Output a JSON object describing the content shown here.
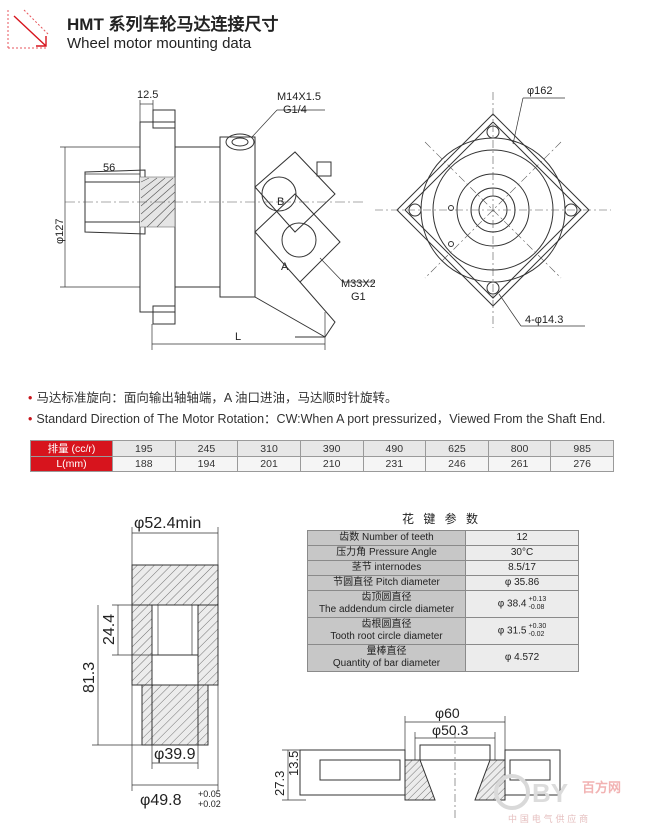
{
  "header": {
    "title_zh": "HMT 系列车轮马达连接尺寸",
    "title_en": "Wheel motor mounting data"
  },
  "motor_drawing": {
    "dim_flange": "12.5",
    "dim_port_small_1": "M14X1.5",
    "dim_port_small_2": "G1/4",
    "dim_shaft": "56",
    "dim_dia": "φ127",
    "port_b": "B",
    "port_a": "A",
    "dim_port_big_1": "M33X2",
    "dim_port_big_2": "G1",
    "dim_length": "L",
    "dim_bolt_circle": "φ162",
    "dim_holes": "4-φ14.3"
  },
  "notes": {
    "zh": "马达标准旋向：面向输出轴轴端，A 油口进油，马达顺时针旋转。",
    "en": "Standard Direction of The Motor Rotation：CW:When A port pressurized，Viewed From the Shaft End."
  },
  "displacement_table": {
    "row1_label": "排量 (cc/r)",
    "row1": [
      "195",
      "245",
      "310",
      "390",
      "490",
      "625",
      "800",
      "985"
    ],
    "row2_label": "L(mm)",
    "row2": [
      "188",
      "194",
      "201",
      "210",
      "231",
      "246",
      "261",
      "276"
    ]
  },
  "hub_drawing": {
    "dim_top": "φ52.4min",
    "dim_spline_len": "24.4",
    "dim_total": "81.3",
    "dim_bore": "φ39.9",
    "dim_outer": "φ49.8",
    "tol_up": "+0.05",
    "tol_low": "+0.02"
  },
  "spline": {
    "title": "花 键 参 数",
    "rows": [
      {
        "key": "齿数 Number of teeth",
        "value": "12"
      },
      {
        "key": "压力角 Pressure Angle",
        "value": "30°C"
      },
      {
        "key": "茎节 internodes",
        "value": "8.5/17"
      },
      {
        "key": "节圆直径 Pitch diameter",
        "value": "φ 35.86"
      },
      {
        "key_zh": "齿顶圆直径",
        "key_en": "The addendum circle diameter",
        "value": "φ 38.4",
        "tol_up": "+0.13",
        "tol_low": "-0.08"
      },
      {
        "key_zh": "齿根圆直径",
        "key_en": "Tooth root circle diameter",
        "value": "φ 31.5",
        "tol_up": "+0.30",
        "tol_low": "-0.02"
      },
      {
        "key_zh": "量棒直径",
        "key_en": "Quantity of bar diameter",
        "value": "φ 4.572"
      }
    ]
  },
  "flange_drawing": {
    "dim_outer": "φ60",
    "dim_inner": "φ50.3",
    "dim_height": "27.3",
    "dim_step": "13.5"
  },
  "watermark": {
    "brand": "百方网",
    "sub": "中 国 电 气 供 应 商"
  }
}
